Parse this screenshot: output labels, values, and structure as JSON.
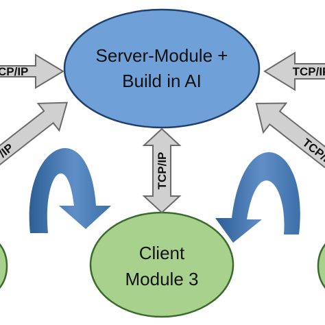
{
  "server": {
    "line1": "Server-Module +",
    "line2": "Build in AI",
    "fill": "#6fa0d8",
    "stroke": "#1f3f6e"
  },
  "client_center": {
    "line1": "Client",
    "line2": "Module 3",
    "fill": "#a9d18e",
    "stroke": "#3a6b2a"
  },
  "links": {
    "left_upper": "TCP/IP",
    "left_lower": "TCP/IP",
    "center": "TCP/IP",
    "right_upper": "TCP/IP",
    "right_lower": "TCP/IP"
  },
  "colors": {
    "link_arrow_fill": "#d0d0d0",
    "link_arrow_stroke": "#6a6a6a",
    "cycle_arrow": "#3d6fa8"
  }
}
